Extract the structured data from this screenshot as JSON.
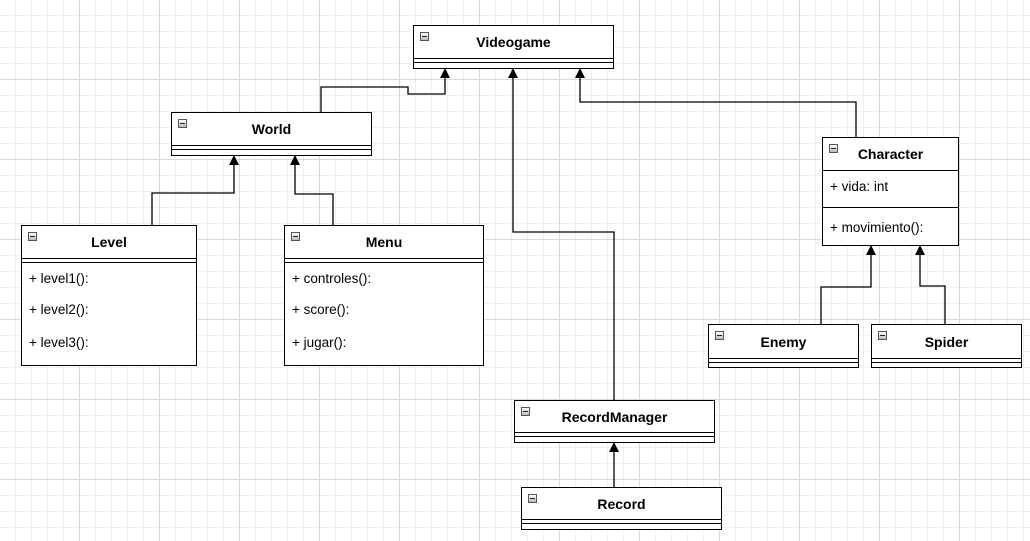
{
  "classes": {
    "videogame": {
      "name": "Videogame",
      "operations": []
    },
    "world": {
      "name": "World",
      "operations": []
    },
    "level": {
      "name": "Level",
      "operations": [
        "+ level1():",
        "+ level2():",
        "+ level3():"
      ]
    },
    "menu": {
      "name": "Menu",
      "operations": [
        "+ controles():",
        "+ score():",
        "+ jugar():"
      ]
    },
    "character": {
      "name": "Character",
      "attributes": [
        "+ vida: int"
      ],
      "operations": [
        "+ movimiento():"
      ]
    },
    "enemy": {
      "name": "Enemy",
      "operations": []
    },
    "spider": {
      "name": "Spider",
      "operations": []
    },
    "record_manager": {
      "name": "RecordManager",
      "operations": []
    },
    "record": {
      "name": "Record",
      "operations": []
    }
  },
  "relationships": [
    {
      "from": "World",
      "to": "Videogame",
      "type": "inheritance"
    },
    {
      "from": "Character",
      "to": "Videogame",
      "type": "inheritance"
    },
    {
      "from": "RecordManager",
      "to": "Videogame",
      "type": "inheritance"
    },
    {
      "from": "Level",
      "to": "World",
      "type": "inheritance"
    },
    {
      "from": "Menu",
      "to": "World",
      "type": "inheritance"
    },
    {
      "from": "Enemy",
      "to": "Character",
      "type": "inheritance"
    },
    {
      "from": "Spider",
      "to": "Character",
      "type": "inheritance"
    },
    {
      "from": "Record",
      "to": "RecordManager",
      "type": "inheritance"
    }
  ]
}
